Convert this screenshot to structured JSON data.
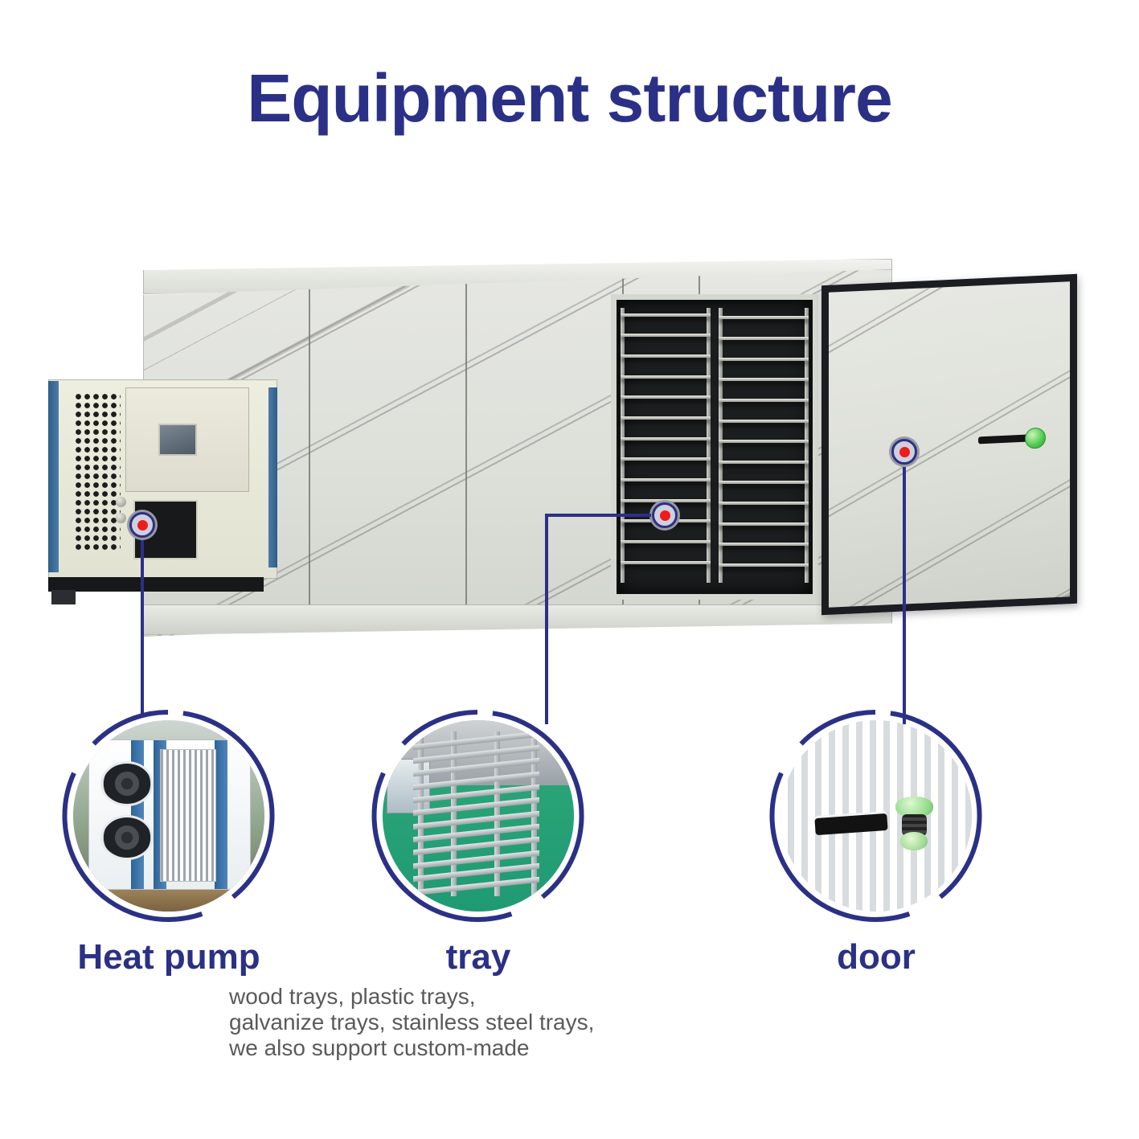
{
  "page": {
    "title": "Equipment structure",
    "background_color": "#ffffff",
    "accent_color": "#2b3087",
    "marker_color": "#ef1c1c",
    "body_text_color": "#5a5a5a"
  },
  "machine": {
    "name": "heat pump drying room",
    "parts": {
      "heat_pump_unit": "heat pump unit",
      "cabinet_body": "insulated cabinet body",
      "chamber": "drying chamber with tray racks",
      "door": "hinged insulated door",
      "door_handle": "door handle",
      "door_latch": "green latch knob"
    },
    "markers": [
      {
        "id": "heat-pump",
        "label": "Heat pump"
      },
      {
        "id": "tray",
        "label": "tray"
      },
      {
        "id": "door",
        "label": "door"
      }
    ]
  },
  "callouts": [
    {
      "id": "heat-pump",
      "label": "Heat pump",
      "photo": "heat-pump-photo",
      "description_lines": []
    },
    {
      "id": "tray",
      "label": "tray",
      "photo": "tray-trolley-photo",
      "description_lines": [
        "wood trays, plastic trays,",
        "galvanize trays, stainless steel trays,",
        "we also support custom-made"
      ]
    },
    {
      "id": "door",
      "label": "door",
      "photo": "door-handle-photo",
      "description_lines": []
    }
  ],
  "icons": {
    "marker": "location-marker-icon",
    "handle": "door-handle-icon",
    "latch": "latch-knob-icon",
    "fan": "fan-icon"
  }
}
